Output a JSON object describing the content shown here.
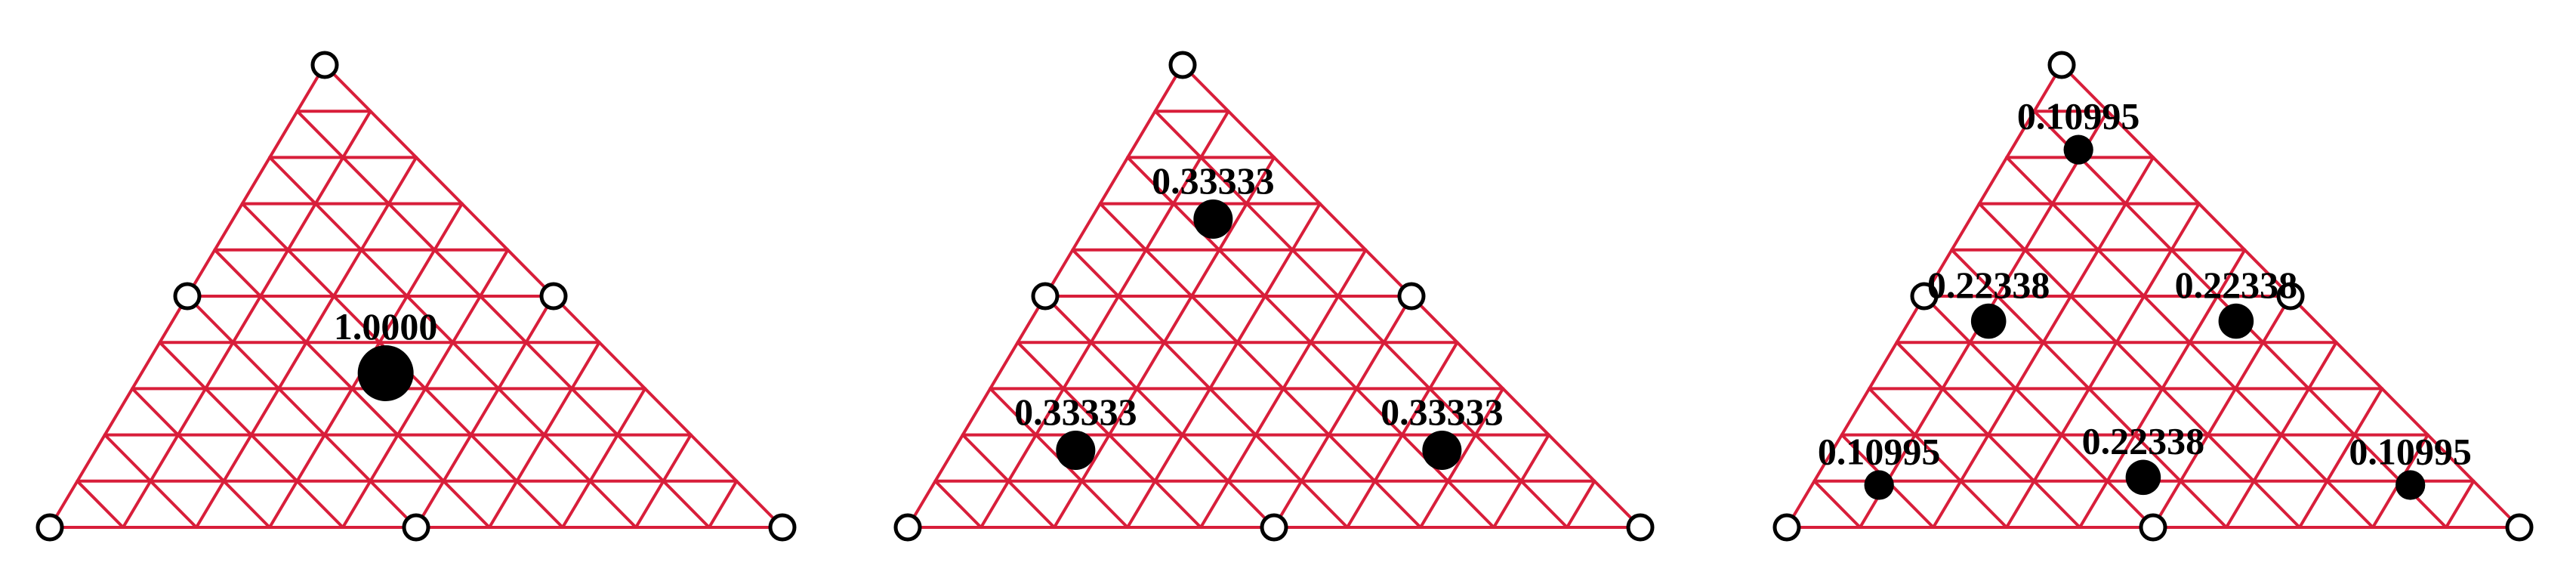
{
  "colors": {
    "mesh": "#d81e3a",
    "point": "#000000",
    "node_fill": "#ffffff",
    "node_stroke": "#000000",
    "background": "#ffffff"
  },
  "panels": [
    {
      "id": "one-point-rule",
      "rule_points": [
        {
          "weight_label": "1.0000",
          "bary": [
            0.33333,
            0.33333,
            0.33333
          ],
          "weight": 1.0
        }
      ]
    },
    {
      "id": "three-point-rule",
      "rule_points": [
        {
          "weight_label": "0.33333",
          "bary": [
            0.666667,
            0.166667,
            0.166667
          ],
          "weight": 0.33333
        },
        {
          "weight_label": "0.33333",
          "bary": [
            0.166667,
            0.666667,
            0.166667
          ],
          "weight": 0.33333
        },
        {
          "weight_label": "0.33333",
          "bary": [
            0.166667,
            0.166667,
            0.666667
          ],
          "weight": 0.33333
        }
      ]
    },
    {
      "id": "six-point-rule",
      "rule_points": [
        {
          "weight_label": "0.10995",
          "bary": [
            0.816848,
            0.091576,
            0.091576
          ],
          "weight": 0.10995
        },
        {
          "weight_label": "0.10995",
          "bary": [
            0.091576,
            0.816848,
            0.091576
          ],
          "weight": 0.10995
        },
        {
          "weight_label": "0.10995",
          "bary": [
            0.091576,
            0.091576,
            0.816848
          ],
          "weight": 0.10995
        },
        {
          "weight_label": "0.22338",
          "bary": [
            0.108103,
            0.445948,
            0.445948
          ],
          "weight": 0.22338
        },
        {
          "weight_label": "0.22338",
          "bary": [
            0.445948,
            0.108103,
            0.445948
          ],
          "weight": 0.22338
        },
        {
          "weight_label": "0.22338",
          "bary": [
            0.445948,
            0.445948,
            0.108103
          ],
          "weight": 0.22338
        }
      ]
    }
  ]
}
